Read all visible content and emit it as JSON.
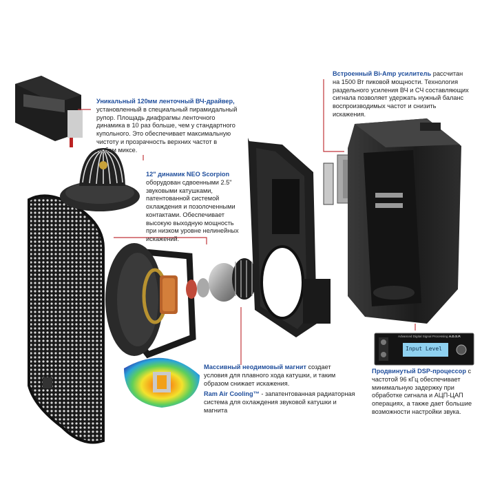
{
  "callouts": {
    "tweeter": {
      "highlight": "Уникальный 120мм ленточный ВЧ-драйвер,",
      "text": " установленный в специальный пирамидальный рупор. Площадь диафрагмы ленточного динамика в 10 раз больше, чем у стандартного купольного. Это обеспечивает максимальную чистоту и прозрачность верхних частот в любом миксе."
    },
    "woofer": {
      "highlight": "12\" динамик NEO Scorpion",
      "text": " оборудован сдвоенными 2.5\" звуковыми катушками, патентованной системой охлаждения и позолоченными контактами. Обеспечивает высокую выходную мощность при низком уровне нелинейных искажений."
    },
    "amp": {
      "highlight": "Встроенный Bi-Amp усилитель",
      "text": " рассчитан на 1500 Вт пиковой мощности. Технология раздельного усиления ВЧ и СЧ составляющих сигнала позволяет удержать нужный баланс воспроизводимых частот и снизить искажения."
    },
    "magnet": {
      "highlight": "Массивный неодимовый магнит",
      "text": " создает условия для плавного хода катушки, и таким образом снижает искажения."
    },
    "cooling": {
      "highlight": "Ram Air Cooling™",
      "text": " - запатентованная радиаторная система для охлаждения звуковой катушки и магнита"
    },
    "dsp": {
      "highlight": "Продвинутый DSP-процессор",
      "text": " с частотой 96 кГц обеспечивает минимальную задержку при обработке сигнала и АЦП-ЦАП операциях, а также дает большие возможности настройки звука."
    }
  },
  "dsp_panel": {
    "header": "Advanced Digital Signal Processing",
    "brand": "A.D.S.P.",
    "screen": "Input Level"
  },
  "colors": {
    "highlight": "#1f4e9c",
    "leader_line": "#c0353a",
    "body_text": "#222222"
  },
  "icons": {
    "grille": "perforated-grille-icon",
    "tweeter": "ribbon-tweeter-icon",
    "woofer": "woofer-icon",
    "baffle": "front-baffle-icon",
    "amp": "amplifier-module-icon",
    "cabinet": "cabinet-icon",
    "dsp": "dsp-panel-icon",
    "cooling": "thermal-simulation-icon"
  }
}
